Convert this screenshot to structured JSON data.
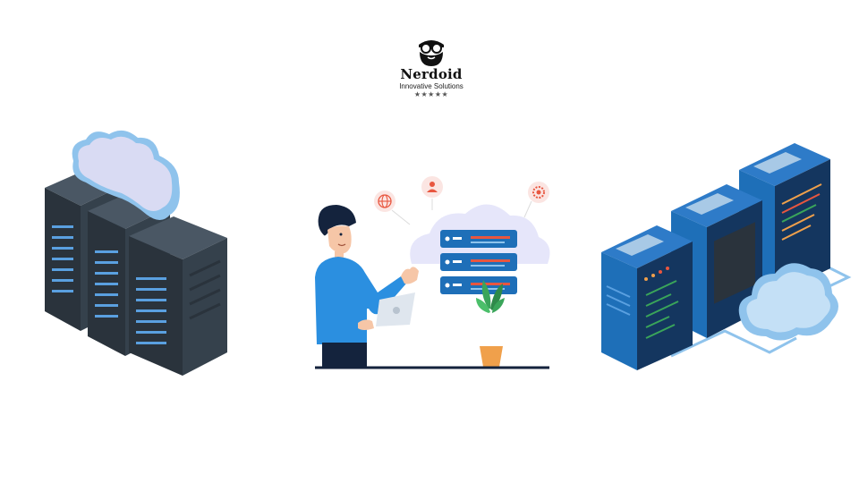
{
  "brand": {
    "name": "Nerdoid",
    "tagline": "Innovative Solutions",
    "stars": "★★★★★",
    "logo_icon": "bearded-nerd-glasses-icon"
  },
  "illustrations": {
    "left": "server-racks-cloud-illustration",
    "center": "developer-cloud-server-illustration",
    "right": "blue-server-racks-cloud-illustration"
  },
  "colors": {
    "rack_dark": "#2f3a44",
    "rack_mid": "#3d4a56",
    "cloud_light": "#d9dbf3",
    "cloud_blue": "#8fc3ec",
    "server_blue": "#1e6fb8",
    "server_navy": "#14365f",
    "shirt_blue": "#2b8fe0",
    "accent_red": "#e8563f",
    "plant_green": "#3aa55a",
    "pot_orange": "#f0a04b"
  }
}
